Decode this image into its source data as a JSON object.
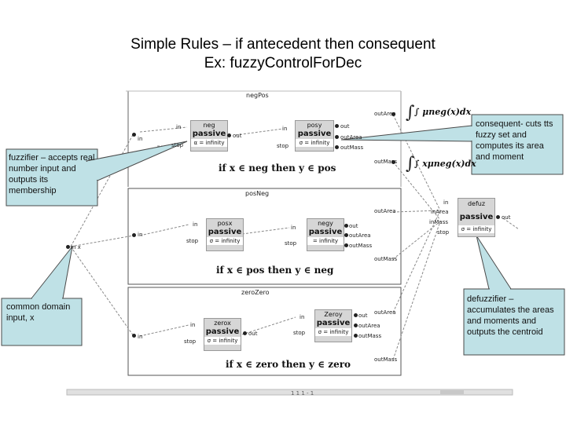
{
  "title": {
    "line1": "Simple Rules – if antecedent then consequent",
    "line2": "Ex: fuzzyControlForDec"
  },
  "panels": {
    "top": {
      "name": "negPos",
      "block_a": {
        "name": "neg",
        "mode": "passive",
        "param": "α = infinity",
        "in": "in",
        "stop": "stop"
      },
      "block_b": {
        "name": "posy",
        "mode": "passive",
        "param": "σ = infinity",
        "in": "in",
        "stop": "stop",
        "out": "out",
        "outArea": "outArea",
        "outMass": "outMass"
      },
      "block_a_out": "out",
      "label_left": "in",
      "outArea": "outArea",
      "outMass": "outMass",
      "rule": "if x ∈ neg then y ∈ pos",
      "f1": "∫ μneg(x)dx",
      "f2": "∫ xμneg(x)dx"
    },
    "mid": {
      "name": "posNeg",
      "block_a": {
        "name": "posx",
        "mode": "passive",
        "param": "σ = infinity",
        "in": "in",
        "stop": "stop"
      },
      "block_b": {
        "name": "negy",
        "mode": "passive",
        "param": "= infinity",
        "in": "in",
        "stop": "stop",
        "out": "out",
        "outArea": "outArea",
        "outMass": "outMass"
      },
      "label_left": "in",
      "outArea": "outArea",
      "outMass": "outMass",
      "rule": "if x ∈ pos  then y ∈ neg"
    },
    "bot": {
      "name": "zeroZero",
      "block_a": {
        "name": "zerox",
        "mode": "passive",
        "param": "σ = infinity",
        "in": "in",
        "stop": "stop"
      },
      "block_b": {
        "name": "Zeroy",
        "mode": "passive",
        "param": "σ = infinity",
        "in": "in",
        "stop": "stop",
        "out": "out",
        "outArea": "outArea",
        "outMass": "outMass"
      },
      "block_a_out": "out",
      "label_left": "in",
      "outArea": "outArea",
      "outMass": "outMass",
      "rule": "if x ∈ zero then y ∈ zero"
    },
    "defuz": {
      "name": "defuz",
      "mode": "passive",
      "param": "σ = infinity",
      "in": "in",
      "inArea": "inArea",
      "inMass": "inMass",
      "stop": "stop",
      "out": "out"
    },
    "in_x": "in x"
  },
  "callouts": {
    "fuzzifier": "fuzzifier – accepts real number input and outputs its membership",
    "consequent": "consequent- cuts tts fuzzy set and computes its area and moment",
    "common": "common domain input, x",
    "defuzzifier": "defuzzifier – accumulates the areas and moments and outputs the centroid"
  },
  "scrollbar_label": "1 1 1 - 1",
  "colors": {
    "callout_fill": "#bfe1e6",
    "callout_border": "#4a4a4a",
    "block_fill": "#d6d6d6",
    "panel_border": "#555555"
  }
}
